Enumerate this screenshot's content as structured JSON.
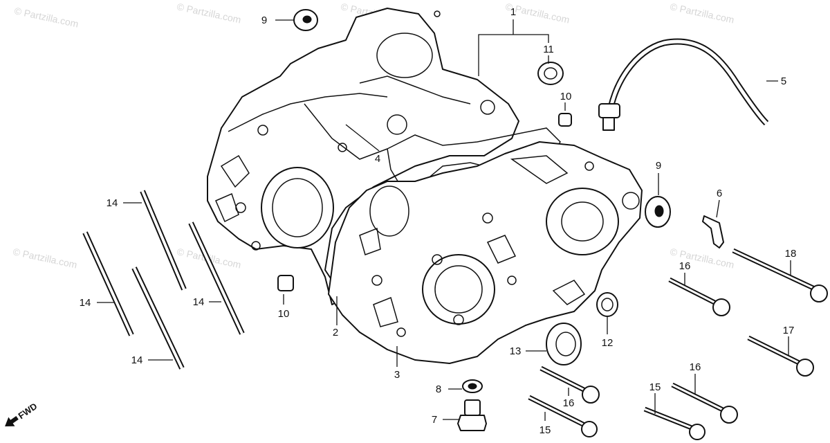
{
  "watermark": "© Partzilla.com",
  "fwd_label": "FWD",
  "callouts": {
    "c1": "1",
    "c2": "2",
    "c3": "3",
    "c4": "4",
    "c5": "5",
    "c6": "6",
    "c7": "7",
    "c8": "8",
    "c9a": "9",
    "c9b": "9",
    "c10a": "10",
    "c10b": "10",
    "c11": "11",
    "c12": "12",
    "c13": "13",
    "c14a": "14",
    "c14b": "14",
    "c14c": "14",
    "c14d": "14",
    "c15a": "15",
    "c15b": "15",
    "c16a": "16",
    "c16b": "16",
    "c16c": "16",
    "c17": "17",
    "c18": "18"
  }
}
